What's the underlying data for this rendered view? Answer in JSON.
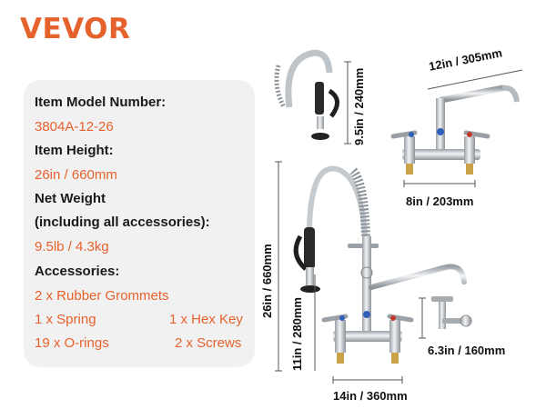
{
  "brand": "VEVOR",
  "colors": {
    "accent": "#e5622d",
    "panel": "#f1f1f1",
    "text": "#1a1a1a"
  },
  "specs": {
    "model_label": "Item Model Number:",
    "model_value": "3804A-12-26",
    "height_label": "Item Height:",
    "height_value": "26in / 660mm",
    "weight_label": "Net Weight",
    "weight_label_2": "(including all accessories):",
    "weight_value": "9.5lb / 4.3kg",
    "accessories_label": "Accessories:",
    "accessories": [
      "2 x Rubber Grommets",
      "1 x Spring",
      "1 x Hex Key",
      "19 x O-rings",
      "2 x Screws"
    ]
  },
  "dimensions": {
    "sprayer_height": "9.5in / 240mm",
    "spout_length": "12in / 305mm",
    "faucet_width": "8in / 203mm",
    "total_height": "26in / 660mm",
    "riser_height": "11in / 280mm",
    "base_width": "14in / 360mm",
    "bracket_height": "6.3in / 160mm"
  }
}
